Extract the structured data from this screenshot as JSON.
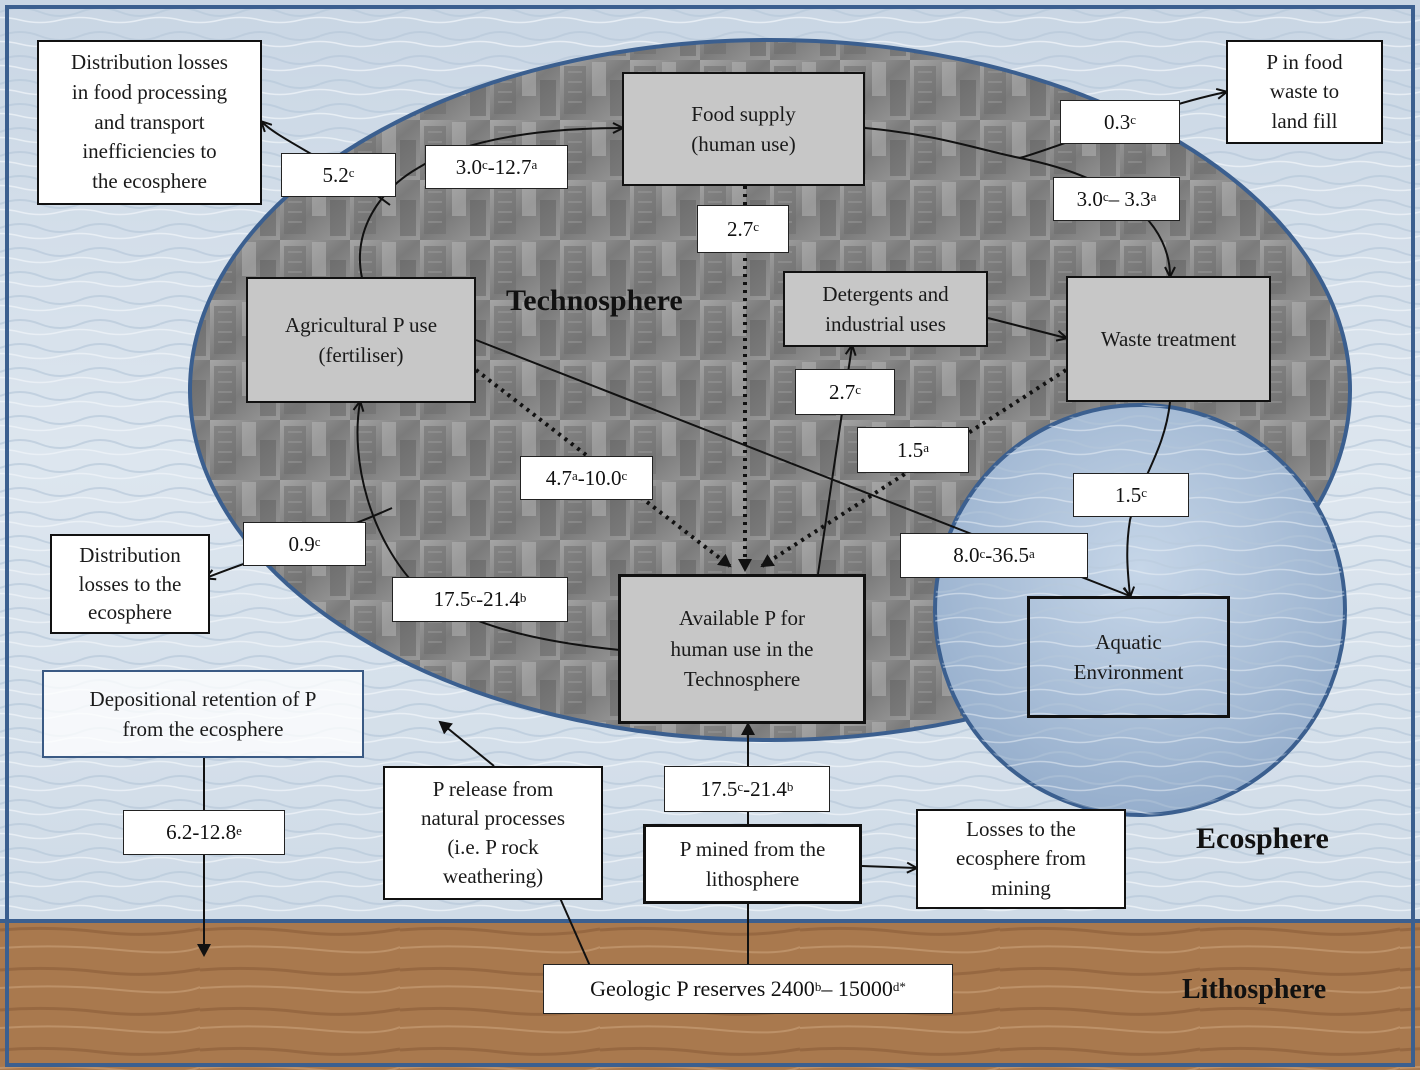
{
  "regions": {
    "technosphere": "Technosphere",
    "ecosphere": "Ecosphere",
    "lithosphere": "Lithosphere"
  },
  "nodes": {
    "food_supply": "Food supply\n(human use)",
    "agricultural": "Agricultural P use\n(fertiliser)",
    "detergents": "Detergents and\nindustrial uses",
    "waste_treatment": "Waste treatment",
    "available_p": "Available P for\nhuman use in the\nTechnosphere",
    "aquatic": "Aquatic\nEnvironment",
    "dist_losses_food": "Distribution losses\nin food processing\nand transport\ninefficiencies to\nthe ecosphere",
    "p_food_waste": "P in food\nwaste to\nland fill",
    "dist_losses_eco": "Distribution\nlosses to the\necosphere",
    "depositional": "Depositional retention of P\nfrom the ecosphere",
    "p_release": "P release from\nnatural processes\n(i.e. P rock\nweathering)",
    "p_mined": "P mined from the\nlithosphere",
    "losses_mining": "Losses to the\necosphere from\nmining"
  },
  "flows": {
    "f_5_2": {
      "value": "5.2",
      "sup": "c"
    },
    "f_agri_food": {
      "value": "3.0",
      "sup": "c",
      "value2": " -12.7",
      "sup2": "a"
    },
    "f_food_landfill": {
      "value": "0.3",
      "sup": "c"
    },
    "f_food_waste": {
      "value": "3.0",
      "sup": "c",
      "value2": "– 3.3",
      "sup2": "a"
    },
    "f_food_avail": {
      "value": "2.7",
      "sup": "c"
    },
    "f_avail_det": {
      "value": "2.7",
      "sup": "c"
    },
    "f_waste_avail": {
      "value": "1.5",
      "sup": "a"
    },
    "f_agri_avail": {
      "value": "4.7",
      "sup": "a",
      "value2": "-10.0",
      "sup2": "c"
    },
    "f_waste_aquatic": {
      "value": "1.5",
      "sup": "c"
    },
    "f_agri_aquatic": {
      "value": "8.0",
      "sup": "c",
      "value2": "-36.5",
      "sup2": "a"
    },
    "f_dist_eco": {
      "value": "0.9",
      "sup": "c"
    },
    "f_avail_agri": {
      "value": "17.5",
      "sup": "c",
      "value2": " -21.4",
      "sup2": "b"
    },
    "f_mined_avail": {
      "value": "17.5",
      "sup": "c",
      "value2": " -21.4",
      "sup2": "b"
    },
    "f_deposition": {
      "value": "6.2-12.8",
      "sup": "e"
    },
    "geologic": {
      "value": "Geologic P reserves 2400",
      "sup": "b",
      "value2": " – 15000",
      "sup2": "d*"
    }
  },
  "colors": {
    "water_light": "#d6e2ee",
    "water_mid": "#a9bfd6",
    "city_ellipse": "#8a8a8a",
    "ellipse_border": "#3b5f8f",
    "soil": "#a9794e",
    "node_gray": "#c7c7c7"
  }
}
